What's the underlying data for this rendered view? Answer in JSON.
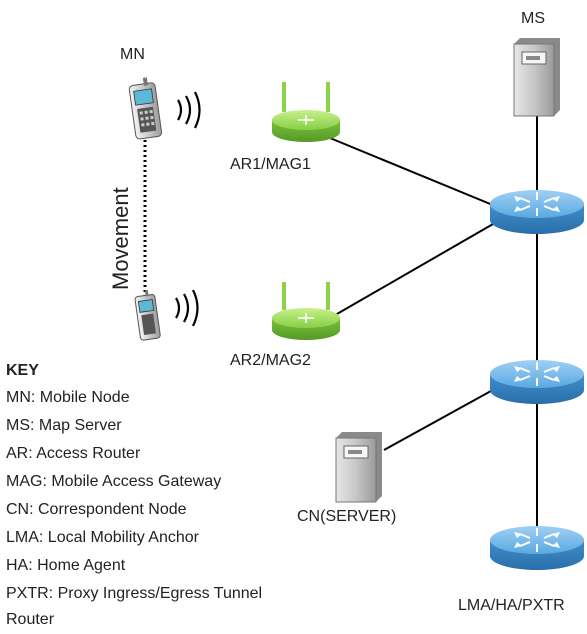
{
  "labels": {
    "mn": "MN",
    "ms": "MS",
    "ar1": "AR1/MAG1",
    "ar2": "AR2/MAG2",
    "cn": "CN(SERVER)",
    "lma": "LMA/HA/PXTR",
    "movement": "Movement"
  },
  "key": {
    "title": "KEY",
    "items": [
      "MN: Mobile Node",
      "MS: Map Server",
      "AR: Access Router",
      "MAG: Mobile Access Gateway",
      "CN: Correspondent Node",
      "LMA: Local Mobility Anchor",
      "HA: Home Agent",
      "PXTR: Proxy Ingress/Egress Tunnel",
      "Router"
    ]
  },
  "colors": {
    "router": "#4a9ad8",
    "wireless_router": "#8bd44a",
    "server": "#b8b8b8",
    "link": "#000000"
  },
  "icons": {
    "mobile": "mobile-phone-icon",
    "wifi": "wifi-signal-icon",
    "router": "router-icon",
    "wireless_router": "wireless-router-icon",
    "server": "server-icon"
  }
}
